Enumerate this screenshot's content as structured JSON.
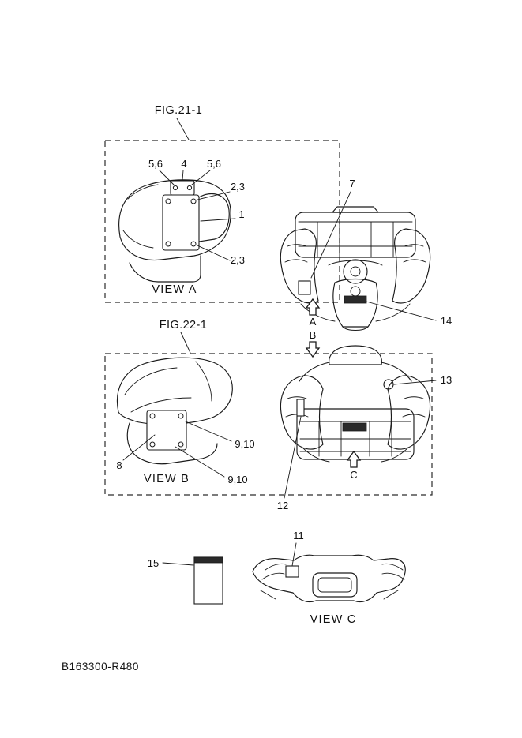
{
  "figures": {
    "fig1": "FIG.21-1",
    "fig2": "FIG.22-1"
  },
  "views": {
    "a": "VIEW A",
    "b": "VIEW B",
    "c": "VIEW C"
  },
  "arrows": {
    "a": "A",
    "b": "B",
    "c": "C"
  },
  "callouts": {
    "n1": "1",
    "n23_upper": "2,3",
    "n23_lower": "2,3",
    "n4": "4",
    "n56_left": "5,6",
    "n56_right": "5,6",
    "n7": "7",
    "n8": "8",
    "n910_upper": "9,10",
    "n910_lower": "9,10",
    "n11": "11",
    "n12": "12",
    "n13": "13",
    "n14": "14",
    "n15": "15"
  },
  "footer": {
    "part_code": "B163300-R480"
  },
  "colors": {
    "line": "#1a1a1a",
    "label_fill": "#2a2a2a",
    "background": "#ffffff"
  }
}
